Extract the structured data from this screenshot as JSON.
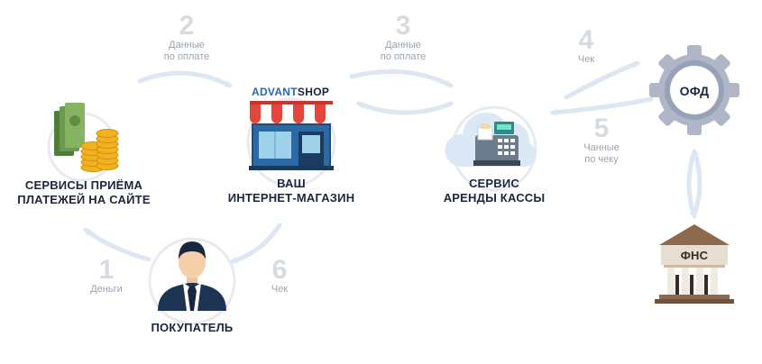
{
  "nodes": {
    "payments": "СЕРВИСЫ ПРИЁМА\nПЛАТЕЖЕЙ НА САЙТЕ",
    "shop": "ВАШ\nИНТЕРНЕТ-МАГАЗИН",
    "cashbox": "СЕРВИС\nАРЕНДЫ КАССЫ",
    "buyer": "ПОКУПАТЕЛЬ",
    "ofd": "ОФД",
    "fns": "ФНС"
  },
  "brand": {
    "part1": "ADVANT",
    "part2": "SHOP"
  },
  "steps": [
    {
      "num": "1",
      "label": "Деньги"
    },
    {
      "num": "2",
      "label": "Данные\nпо оплате"
    },
    {
      "num": "3",
      "label": "Данные\nпо оплате"
    },
    {
      "num": "4",
      "label": "Чек"
    },
    {
      "num": "5",
      "label": "Чанные\nпо чеку"
    },
    {
      "num": "6",
      "label": "Чек"
    }
  ],
  "colors": {
    "arrow": "#dce7f3",
    "ring": "#e7ebef",
    "gear": "#aeb6c8",
    "label": "#1a2740",
    "awning_red": "#e2463c"
  }
}
